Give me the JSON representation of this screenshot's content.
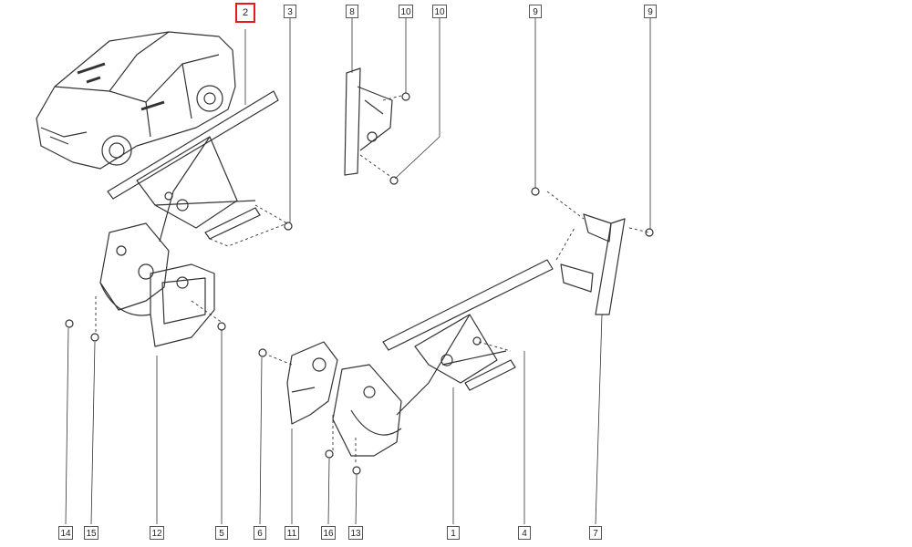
{
  "diagram": {
    "callouts": [
      {
        "id": "2",
        "label": "2",
        "highlighted": true
      },
      {
        "id": "3",
        "label": "3"
      },
      {
        "id": "8",
        "label": "8"
      },
      {
        "id": "10a",
        "label": "10"
      },
      {
        "id": "10b",
        "label": "10"
      },
      {
        "id": "9a",
        "label": "9"
      },
      {
        "id": "9b",
        "label": "9"
      },
      {
        "id": "14",
        "label": "14"
      },
      {
        "id": "15",
        "label": "15"
      },
      {
        "id": "12",
        "label": "12"
      },
      {
        "id": "5",
        "label": "5"
      },
      {
        "id": "6",
        "label": "6"
      },
      {
        "id": "11",
        "label": "11"
      },
      {
        "id": "16",
        "label": "16"
      },
      {
        "id": "13",
        "label": "13"
      },
      {
        "id": "1",
        "label": "1"
      },
      {
        "id": "4",
        "label": "4"
      },
      {
        "id": "7",
        "label": "7"
      }
    ],
    "highlight_color": "#e31b1b",
    "line_color": "#333333"
  }
}
